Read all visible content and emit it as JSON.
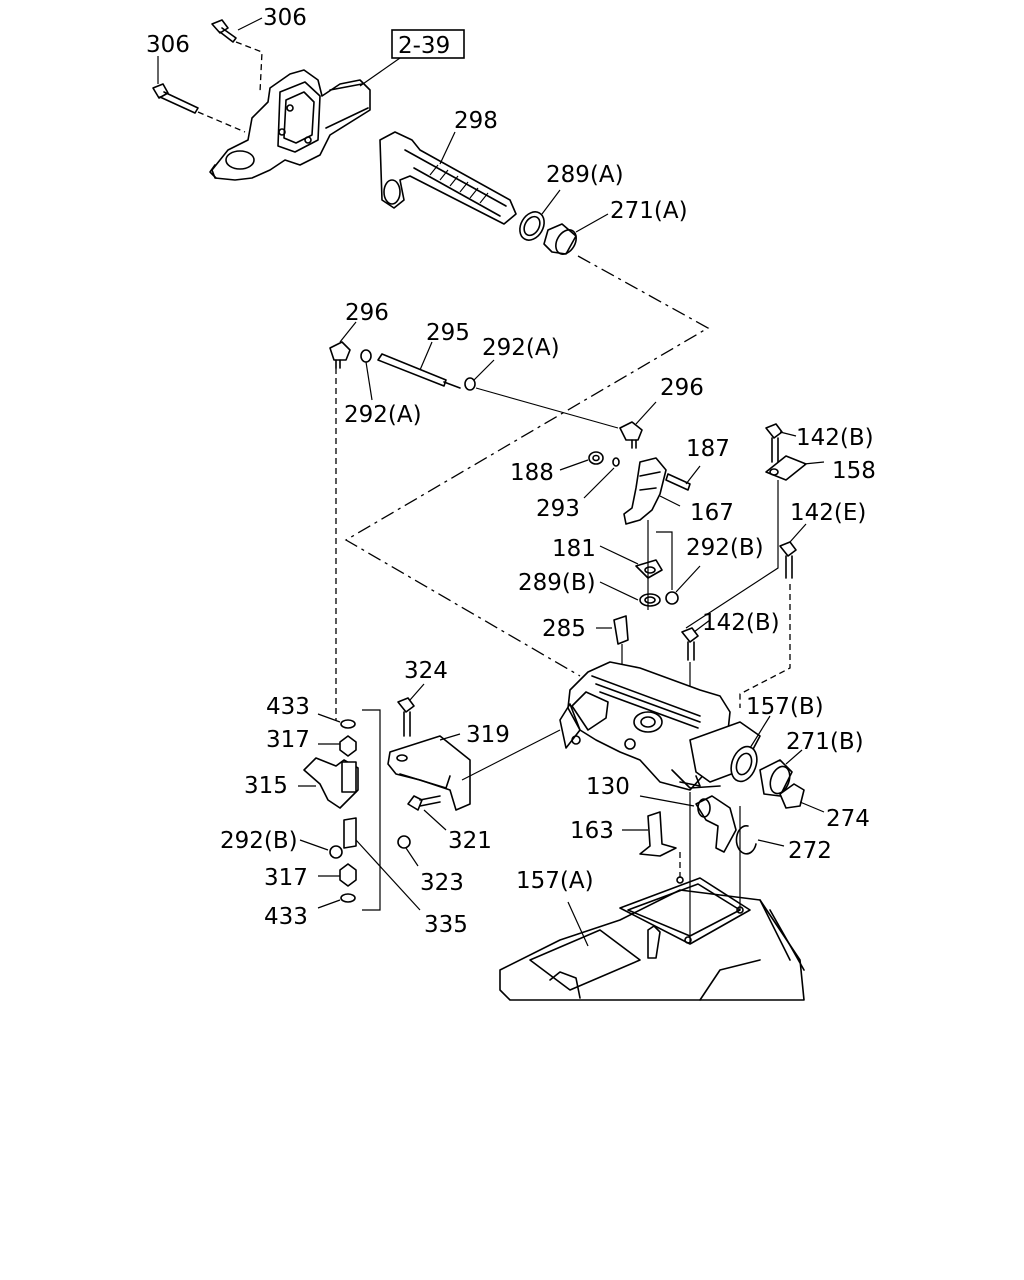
{
  "reference": "2-39",
  "labels": {
    "l306a": "306",
    "l306b": "306",
    "l298": "298",
    "l289a": "289(A)",
    "l271a": "271(A)",
    "l296a": "296",
    "l295": "295",
    "l292a1": "292(A)",
    "l292a2": "292(A)",
    "l296b": "296",
    "l187": "187",
    "l188": "188",
    "l293": "293",
    "l167": "167",
    "l142b1": "142(B)",
    "l158": "158",
    "l142e": "142(E)",
    "l181": "181",
    "l292b1": "292(B)",
    "l289b": "289(B)",
    "l285": "285",
    "l142b2": "142(B)",
    "l324": "324",
    "l433a": "433",
    "l319": "319",
    "l317a": "317",
    "l315": "315",
    "l157b": "157(B)",
    "l271b": "271(B)",
    "l130": "130",
    "l274": "274",
    "l321": "321",
    "l163": "163",
    "l272": "272",
    "l292b2": "292(B)",
    "l323": "323",
    "l157a": "157(A)",
    "l317b": "317",
    "l433b": "433",
    "l335": "335"
  }
}
